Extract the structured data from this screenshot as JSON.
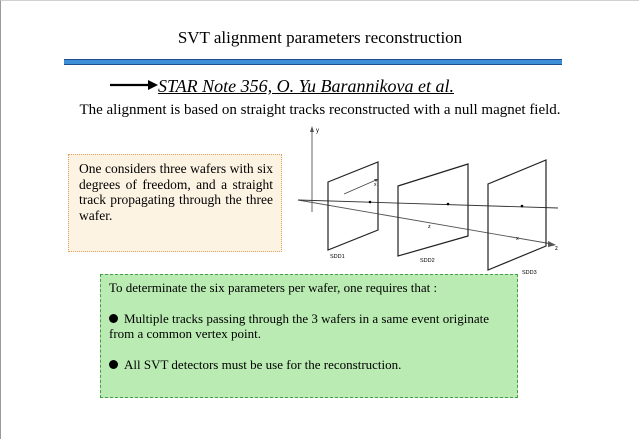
{
  "slide": {
    "title": "SVT alignment parameters reconstruction",
    "reference": "STAR Note 356, O. Yu Barannikova et al.",
    "intro": "The alignment is based on straight tracks reconstructed with a null magnet field."
  },
  "considers_box": {
    "text": "One considers three wafers with six degrees of freedom, and a straight track propagating through the three wafer."
  },
  "requirements_box": {
    "intro": "To determinate the six parameters per wafer, one requires that :",
    "items": [
      "Multiple tracks passing through the 3 wafers in a same event originate from a common vertex point.",
      "All SVT detectors must be use for the reconstruction."
    ]
  },
  "diagram": {
    "axis_y": "y",
    "axis_x": "x",
    "axis_z": "z",
    "wafers": [
      "SDD1",
      "SDD2",
      "SDD3"
    ]
  }
}
